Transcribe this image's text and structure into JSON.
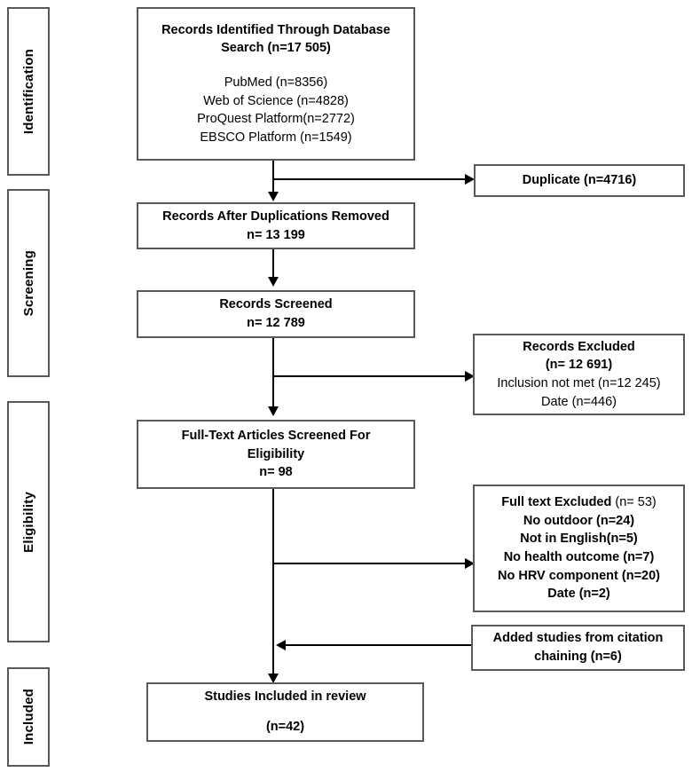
{
  "diagram": {
    "type": "prisma-flow-diagram",
    "stages": [
      {
        "id": "identification",
        "label": "Identification"
      },
      {
        "id": "screening",
        "label": "Screening"
      },
      {
        "id": "eligibility",
        "label": "Eligibility"
      },
      {
        "id": "included",
        "label": "Included"
      }
    ],
    "boxes": {
      "records_identified": {
        "title_line1": "Records Identified Through Database",
        "title_line2": "Search (n=17 505)",
        "sources": [
          "PubMed (n=8356)",
          "Web of Science (n=4828)",
          "ProQuest Platform(n=2772)",
          "EBSCO Platform (n=1549)"
        ]
      },
      "duplicate": {
        "line1": "Duplicate (n=4716)"
      },
      "after_duplicates": {
        "line1": "Records After Duplications Removed",
        "line2": "n= 13 199"
      },
      "records_screened": {
        "line1": "Records Screened",
        "line2": "n= 12 789"
      },
      "records_excluded": {
        "line1": "Records Excluded",
        "line2": "(n= 12 691)",
        "line3": "Inclusion not met (n=12 245)",
        "line4": "Date (n=446)"
      },
      "fulltext_screened": {
        "line1": "Full-Text Articles Screened For",
        "line2": "Eligibility",
        "line3": "n= 98"
      },
      "fulltext_excluded": {
        "heading_bold": "Full text Excluded",
        "heading_count": " (n= 53)",
        "reasons": [
          "No outdoor (n=24)",
          "Not in English(n=5)",
          "No health outcome (n=7)",
          "No HRV component (n=20)",
          "Date (n=2)"
        ]
      },
      "citation_chaining": {
        "line1": "Added studies from citation",
        "line2": "chaining (n=6)"
      },
      "studies_included": {
        "line1": "Studies Included in review",
        "line2": "(n=42)"
      }
    },
    "colors": {
      "border": "#58595b",
      "line": "#000000",
      "text": "#000000",
      "background": "#ffffff"
    }
  }
}
